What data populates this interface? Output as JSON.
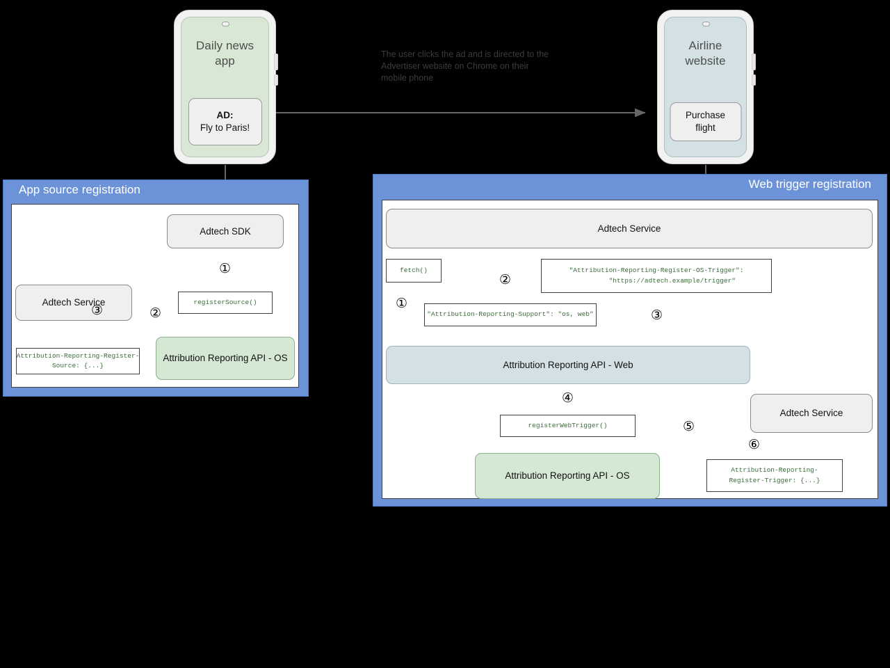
{
  "caption": {
    "text": "The user clicks the ad and is directed to the Advertiser website on Chrome on their mobile phone"
  },
  "phones": {
    "app": {
      "title": "Daily news\napp",
      "ad_label": "AD:",
      "ad_text": "Fly to Paris!"
    },
    "web": {
      "title": "Airline\nwebsite",
      "button": "Purchase\nflight"
    }
  },
  "panels": {
    "app_source": {
      "title": "App source registration",
      "nodes": {
        "sdk": "Adtech SDK",
        "adtech_service": "Adtech Service",
        "api_os": "Attribution Reporting API - OS"
      },
      "codeboxes": {
        "register_source": "registerSource()",
        "header_register_source": "Attribution-Reporting-Register-\nSource: {...}"
      },
      "steps": [
        "①",
        "②",
        "③"
      ]
    },
    "web_trigger": {
      "title": "Web trigger registration",
      "nodes": {
        "adtech_service_top": "Adtech Service",
        "api_web": "Attribution Reporting API - Web",
        "api_os": "Attribution Reporting API - OS",
        "adtech_service_bottom": "Adtech Service"
      },
      "codeboxes": {
        "fetch": "fetch()",
        "register_os_trigger": "\"Attribution-Reporting-Register-OS-Trigger\":\n        \"https://adtech.example/trigger\"",
        "support": "\"Attribution-Reporting-Support\": \"os, web\"",
        "register_web_trigger": "registerWebTrigger()",
        "header_register_trigger": "Attribution-Reporting-\nRegister-Trigger: {...}"
      },
      "steps": [
        "①",
        "②",
        "③",
        "④",
        "⑤",
        "⑥"
      ]
    }
  },
  "colors": {
    "panel_blue": "#6c93d8",
    "node_grey": "#efefef",
    "node_green": "#d5e8d4",
    "node_blue": "#d4e1e4",
    "code_text": "#3b6b3b",
    "arrow": "#666666"
  }
}
